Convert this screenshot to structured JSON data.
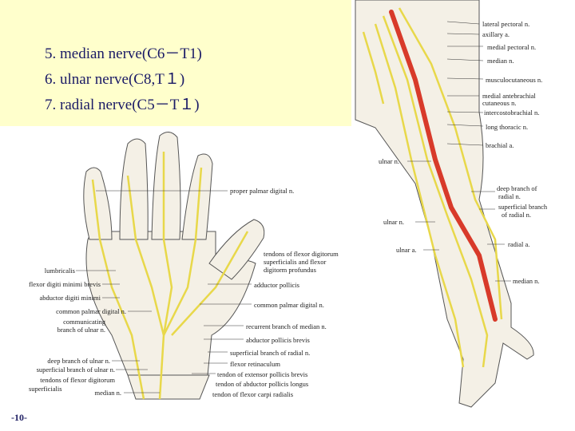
{
  "slide": {
    "title_lines": [
      "5. median nerve(C6－T1)",
      "6. ulnar nerve(C8,T１)",
      "7. radial nerve(C5－T１)"
    ],
    "page_number": "-10-"
  },
  "hand_figure": {
    "labels_right": [
      "proper palmar digital    n.",
      "tendons of flexor digitorum",
      "superficialis and flexor",
      "digitorm profundus",
      "adductor pollicis",
      "common palmar digital n.",
      "recurrent branch of median n.",
      "abductor pollicis brevis",
      "superficial branch of radial n.",
      "flexor retinaculum",
      "tendon of extensor pollicis brevis",
      "tendon of abductor pollicis longus",
      "tendon of flexor carpi radialis"
    ],
    "labels_left": [
      "lumbricalis",
      "flexor digiti minimi brevis",
      "abductor digiti minimi",
      "common palmar digital n.",
      "communicating",
      "branch of ulnar n.",
      "deep branch of ulnar n.",
      "superficial branch of ulnar n.",
      "tendons of flexor digitorum",
      "superficialis",
      "median n."
    ]
  },
  "arm_figure": {
    "labels_right": [
      "lateral pectoral n.",
      "axillary a.",
      "medial pectoral n.",
      "median n.",
      "musculocutaneous n.",
      "medial antebrachial",
      "cutaneous n.",
      "intercostobrachial n.",
      "long thoracic n.",
      "brachial a.",
      "deep branch of",
      "radial n.",
      "superficial branch",
      "of radial n.",
      "radial a.",
      "median n."
    ],
    "labels_left": [
      "ulnar n.",
      "ulnar n.",
      "ulnar a."
    ]
  },
  "colors": {
    "title_bg": "#ffffcc",
    "title_text": "#1a1a66",
    "nerve": "#e8d84a",
    "artery": "#d83a2a",
    "line": "#333333"
  }
}
